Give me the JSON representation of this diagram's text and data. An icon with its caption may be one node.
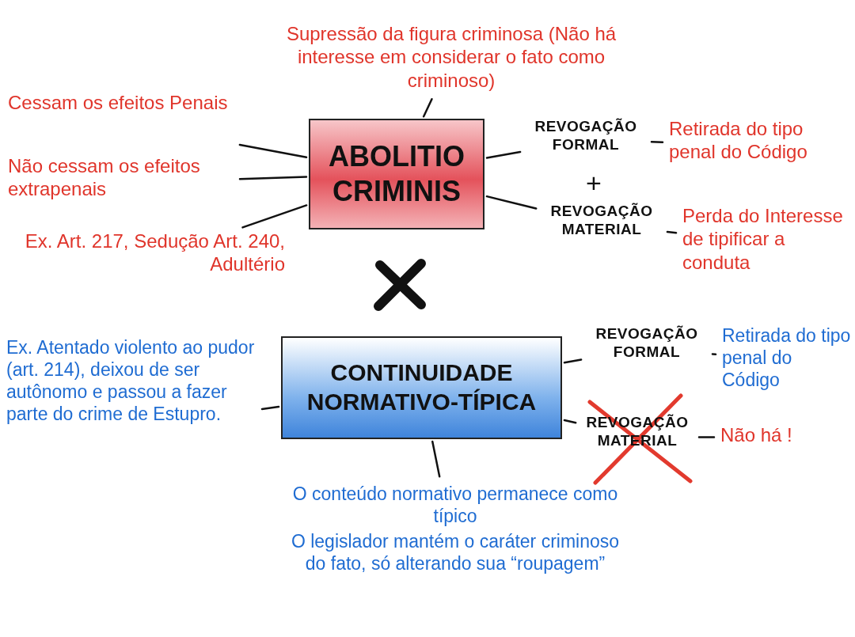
{
  "diagram": {
    "nodes": [
      {
        "text": [
          "Supressão da figura criminosa (Não há interesse em considerar o fato como criminoso)"
        ]
      },
      {
        "text": [
          "ABOLITIO CRIMINIS"
        ]
      },
      {
        "text": [
          "Cessam os efeitos Penais"
        ]
      },
      {
        "text": [
          "Não cessam os efeitos extrapenais"
        ]
      },
      {
        "text": [
          "Ex. Art. 217, Sedução Art. 240, Adultério"
        ]
      },
      {
        "text": [
          "REVOGAÇÃO FORMAL"
        ]
      },
      {
        "text": [
          "REVOGAÇÃO MATERIAL"
        ]
      },
      {
        "text": [
          "Retirada do tipo penal do Código"
        ]
      },
      {
        "text": [
          "Perda do Interesse de tipificar a conduta"
        ]
      },
      {
        "text": [
          "CONTINUIDADE NORMATIVO-TÍPICA"
        ]
      },
      {
        "text": [
          "Ex. Atentado violento ao pudor (art. 214), deixou de ser autônomo e passou a fazer parte do crime de Estupro."
        ]
      },
      {
        "text": [
          "REVOGAÇÃO FORMAL"
        ]
      },
      {
        "text": [
          "REVOGAÇÃO MATERIAL"
        ]
      },
      {
        "text": [
          "Retirada do tipo penal do Código"
        ]
      },
      {
        "text": [
          "Não há !"
        ]
      },
      {
        "text": [
          "O conteúdo normativo permanece como típico",
          "O legislador mantém o caráter criminoso do fato, só alterando sua “roupagem”"
        ]
      }
    ],
    "edges": [
      {
        "from": 1,
        "to": 0,
        "arrow": "none"
      },
      {
        "from": 1,
        "to": 2,
        "arrow": "none"
      },
      {
        "from": 1,
        "to": 3,
        "arrow": "none"
      },
      {
        "from": 1,
        "to": 4,
        "arrow": "none"
      },
      {
        "from": 1,
        "to": 5,
        "arrow": "none"
      },
      {
        "from": 1,
        "to": 6,
        "arrow": "none"
      },
      {
        "from": 5,
        "to": 7,
        "arrow": "none"
      },
      {
        "from": 6,
        "to": 8,
        "arrow": "none"
      },
      {
        "from": 9,
        "to": 10,
        "arrow": "none"
      },
      {
        "from": 9,
        "to": 11,
        "arrow": "none"
      },
      {
        "from": 9,
        "to": 12,
        "arrow": "none"
      },
      {
        "from": 9,
        "to": 15,
        "arrow": "none"
      },
      {
        "from": 11,
        "to": 13,
        "arrow": "none"
      },
      {
        "from": 12,
        "to": 14,
        "arrow": "none"
      }
    ],
    "labels": [
      "+"
    ]
  }
}
